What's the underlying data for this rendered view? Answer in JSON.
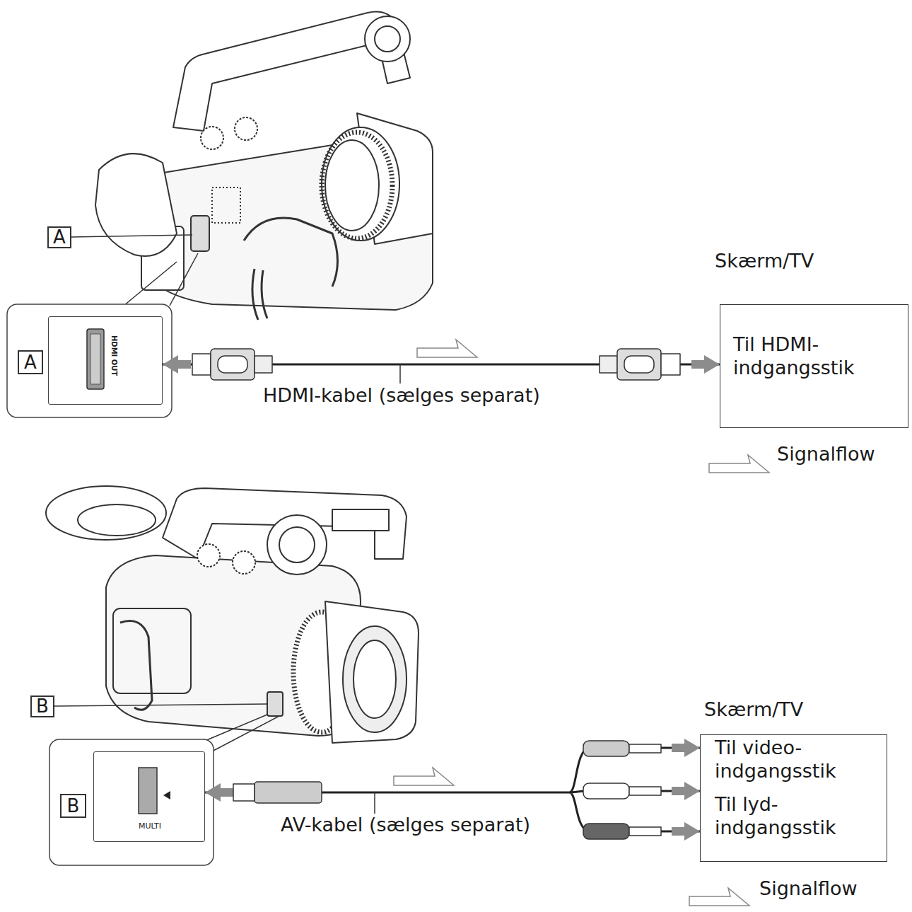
{
  "diagram": {
    "nodes": [
      {
        "text": [
          "A"
        ]
      },
      {
        "text": [
          "A"
        ]
      },
      {
        "text": [
          "HDMI OUT"
        ]
      },
      {
        "text": [
          "Skærm/TV",
          "Til HDMI-indgangsstik"
        ]
      },
      {
        "text": [
          "B"
        ]
      },
      {
        "text": [
          "B"
        ]
      },
      {
        "text": [
          "MULTI"
        ]
      },
      {
        "text": [
          "Skærm/TV",
          "Til video-indgangsstik",
          "Til lyd-indgangsstik"
        ]
      }
    ],
    "edges": [
      {
        "from": 2,
        "to": 3,
        "arrow": "both",
        "label": "HDMI-kabel (sælges separat)"
      },
      {
        "from": 6,
        "to": 7,
        "arrow": "both",
        "label": "AV-kabel (sælges separat)"
      }
    ],
    "legend": [
      {
        "text": "Signalflow"
      },
      {
        "text": "Signalflow"
      }
    ]
  }
}
